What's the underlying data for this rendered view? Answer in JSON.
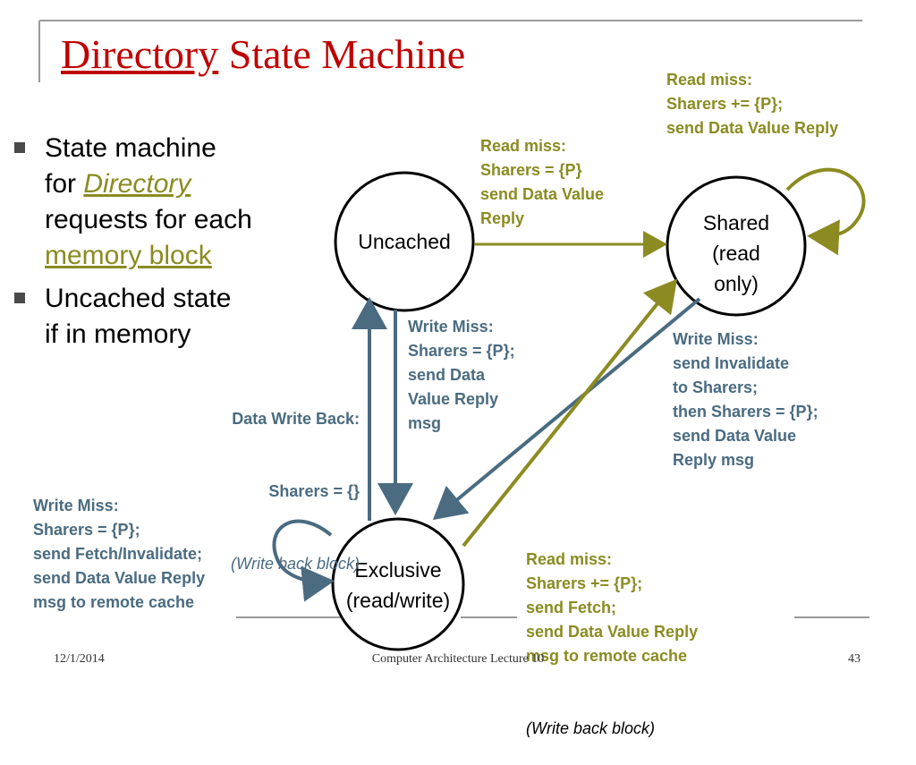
{
  "title": {
    "word1": "Directory",
    "word2": "State Machine"
  },
  "bullets": [
    {
      "p1": "State machine",
      "p2": "for ",
      "link": "Directory",
      "p3": "requests for each",
      "link2": "memory block"
    },
    {
      "p1": "Uncached state",
      "p2": "if in memory"
    }
  ],
  "states": {
    "uncached": "Uncached",
    "shared": "Shared\n(read\nonly)",
    "exclusive": "Exclusive\n(read/write)"
  },
  "labels": {
    "shared_self": "Read miss:\nSharers += {P};\nsend Data Value Reply",
    "uncached_to_shared": "Read miss:\nSharers = {P}\nsend Data Value\nReply",
    "uncached_to_exclusive": "Write Miss:\nSharers = {P};\nsend Data\nValue Reply\nmsg",
    "exclusive_to_uncached": {
      "l1": "Data Write Back:",
      "l2": "Sharers = {}",
      "l3": "(Write back block)"
    },
    "shared_to_exclusive": "Write Miss:\nsend Invalidate\nto Sharers;\nthen Sharers = {P};\nsend Data Value\nReply msg",
    "exclusive_self": "Write Miss:\nSharers = {P};\nsend Fetch/Invalidate;\nsend Data Value Reply\nmsg to remote cache",
    "exclusive_to_shared": {
      "body": "Read miss:\nSharers += {P};\nsend Fetch;\nsend Data Value Reply\nmsg to remote cache",
      "note": "(Write back block)"
    }
  },
  "colors": {
    "title": "#c00000",
    "olive": "#8b8b22",
    "slate": "#4a6b80"
  },
  "footer": {
    "date": "12/1/2014",
    "course": "Computer Architecture Lecture 10",
    "page": "43"
  }
}
